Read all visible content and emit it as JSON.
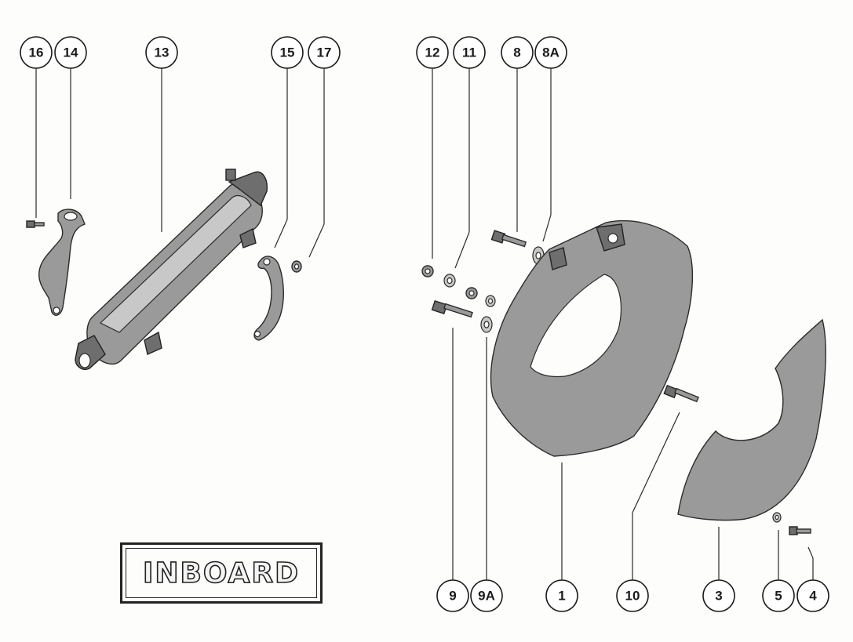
{
  "label": "INBOARD",
  "callouts": [
    {
      "id": "16"
    },
    {
      "id": "14"
    },
    {
      "id": "13"
    },
    {
      "id": "15"
    },
    {
      "id": "17"
    },
    {
      "id": "12"
    },
    {
      "id": "11"
    },
    {
      "id": "8"
    },
    {
      "id": "8A"
    },
    {
      "id": "9"
    },
    {
      "id": "9A"
    },
    {
      "id": "1"
    },
    {
      "id": "10"
    },
    {
      "id": "3"
    },
    {
      "id": "5"
    },
    {
      "id": "4"
    }
  ]
}
